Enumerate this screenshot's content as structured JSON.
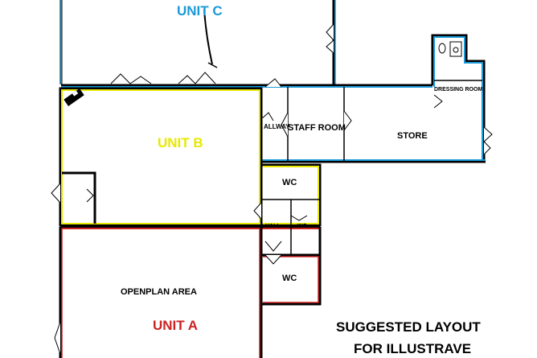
{
  "units": {
    "unit_a": {
      "label": "UNIT A",
      "color": "#cc2222"
    },
    "unit_b": {
      "label": "UNIT B",
      "color": "#e8e800"
    },
    "unit_c": {
      "label": "UNIT C",
      "color": "#1a9ad8"
    }
  },
  "rooms": {
    "hallway": "ALLWAY",
    "staff_room": "STAFF ROOM",
    "store": "STORE",
    "dressing_room": "DRESSING ROOM",
    "wc_upper": "WC",
    "hall_small": "HALL",
    "wc_small": "WC",
    "wc_lower": "WC",
    "openplan": "OPENPLAN AREA"
  },
  "note": {
    "line1": "SUGGESTED LAYOUT",
    "line2": "FOR ILLUSTRAVE"
  }
}
